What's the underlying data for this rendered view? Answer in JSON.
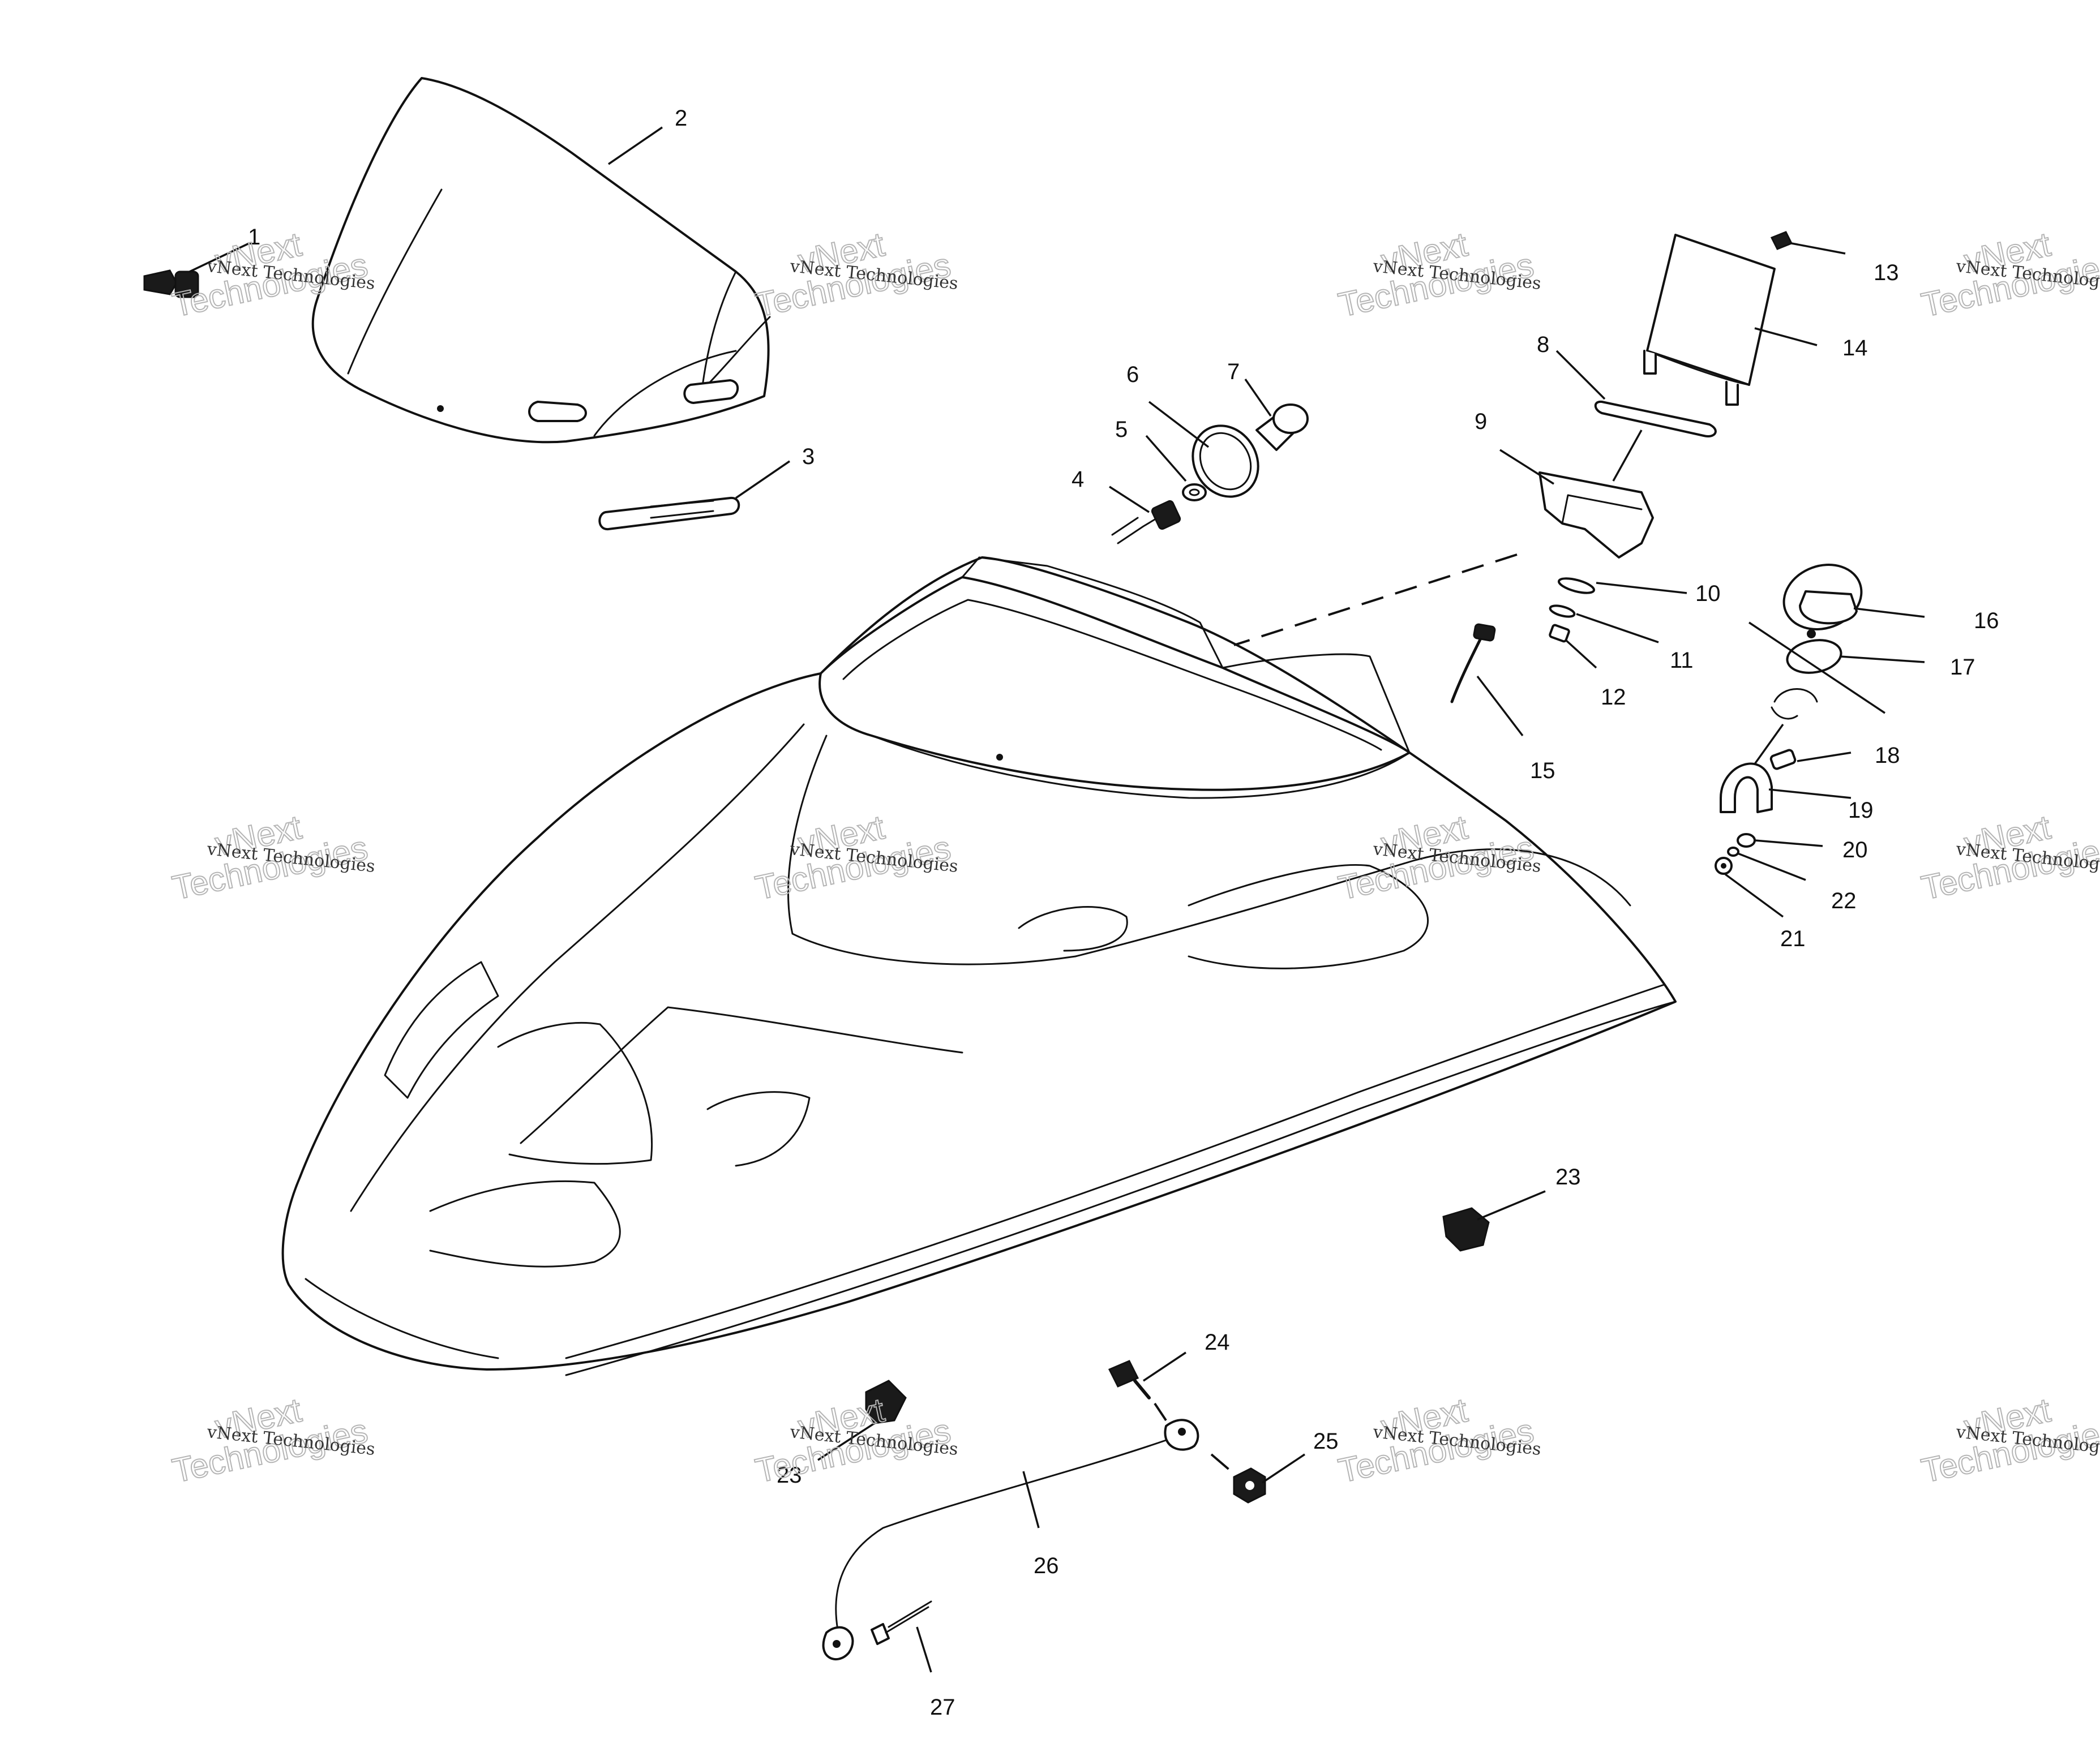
{
  "diagram": {
    "callouts": [
      "1",
      "2",
      "3",
      "4",
      "5",
      "6",
      "7",
      "8",
      "9",
      "10",
      "11",
      "12",
      "13",
      "14",
      "15",
      "16",
      "17",
      "18",
      "19",
      "20",
      "21",
      "22",
      "23",
      "23",
      "24",
      "25",
      "26",
      "27"
    ],
    "watermark": {
      "line1": "vNext",
      "line2": "Technologies",
      "small": "vNext Technologies"
    }
  }
}
